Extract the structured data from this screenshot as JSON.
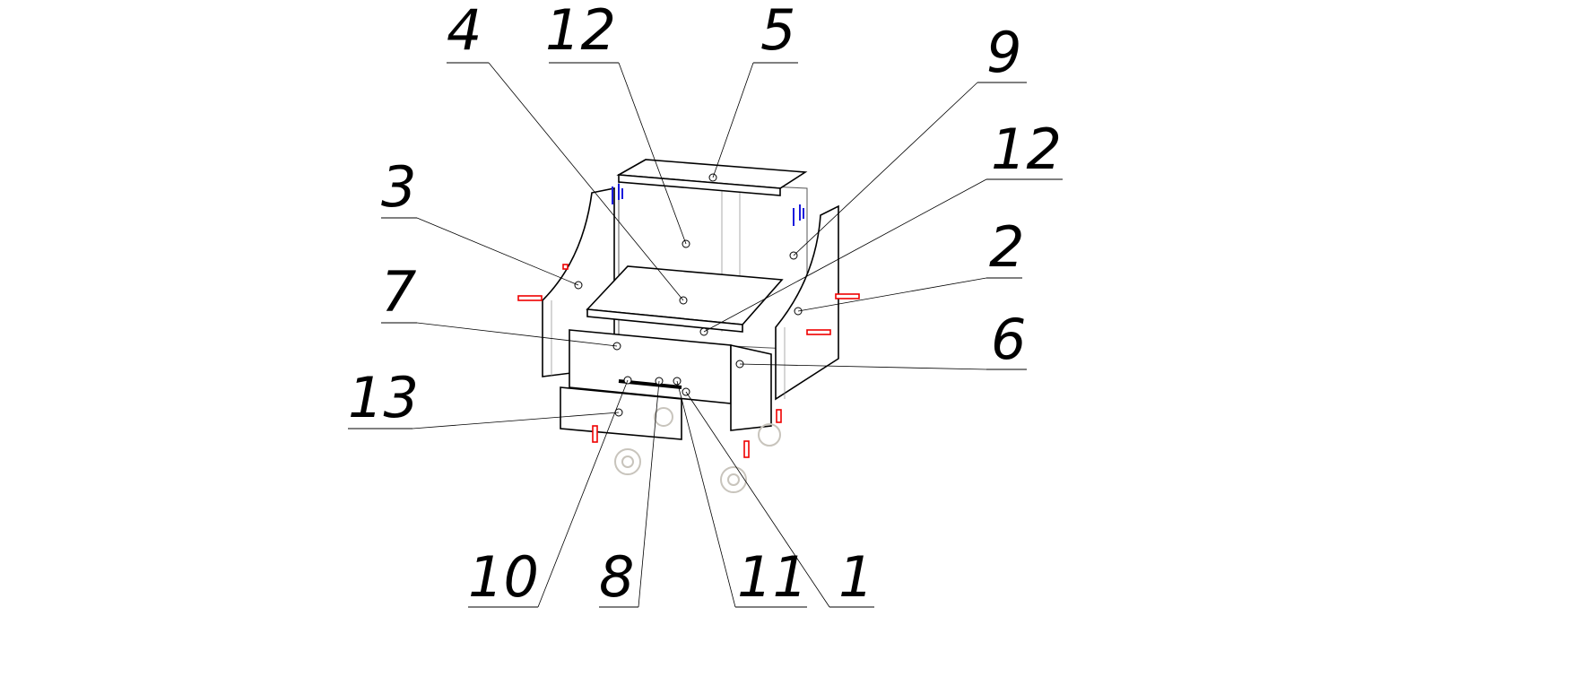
{
  "diagram": {
    "type": "exploded assembly drawing",
    "callouts": [
      "4",
      "12",
      "5",
      "9",
      "12",
      "3",
      "2",
      "7",
      "6",
      "13",
      "10",
      "8",
      "11",
      "1"
    ],
    "colors": {
      "lines": "#000000",
      "fasteners": "#e00000",
      "hinges": "#1a1adc",
      "casters": "#c8c4bc"
    }
  }
}
